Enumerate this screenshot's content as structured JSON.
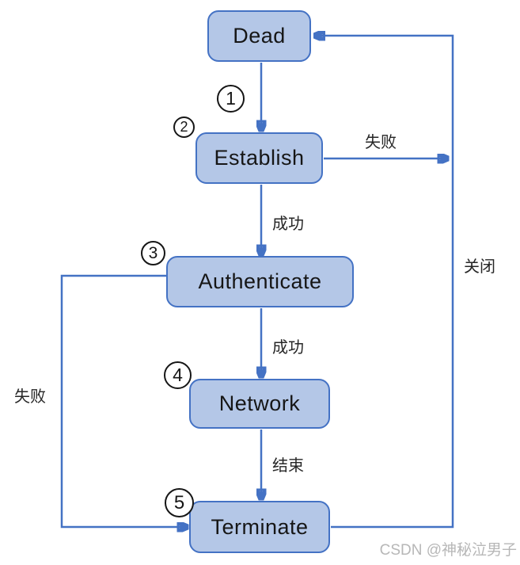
{
  "colors": {
    "node_fill": "#b4c7e7",
    "node_border": "#4472c4",
    "connector": "#4472c4",
    "watermark": "#b7b7b7"
  },
  "nodes": {
    "dead": {
      "label": "Dead"
    },
    "establish": {
      "label": "Establish"
    },
    "authenticate": {
      "label": "Authenticate"
    },
    "network": {
      "label": "Network"
    },
    "terminate": {
      "label": "Terminate"
    }
  },
  "steps": {
    "s1": "1",
    "s2": "2",
    "s3": "3",
    "s4": "4",
    "s5": "5"
  },
  "edge_labels": {
    "establish_fail": "失败",
    "establish_success": "成功",
    "close": "关闭",
    "authenticate_success": "成功",
    "authenticate_fail": "失败",
    "network_finish": "结束"
  },
  "watermark": "CSDN @神秘泣男子"
}
